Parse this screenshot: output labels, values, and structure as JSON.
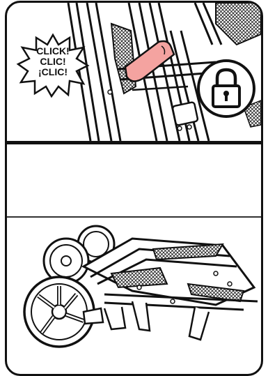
{
  "illustration": {
    "click_sound": {
      "lines": [
        "CLICK!",
        "CLIC!",
        "¡CLIC!"
      ]
    },
    "lock_icon": "padlock-icon",
    "release_lever_color": "#f4a3a0",
    "line_color": "#111111"
  }
}
